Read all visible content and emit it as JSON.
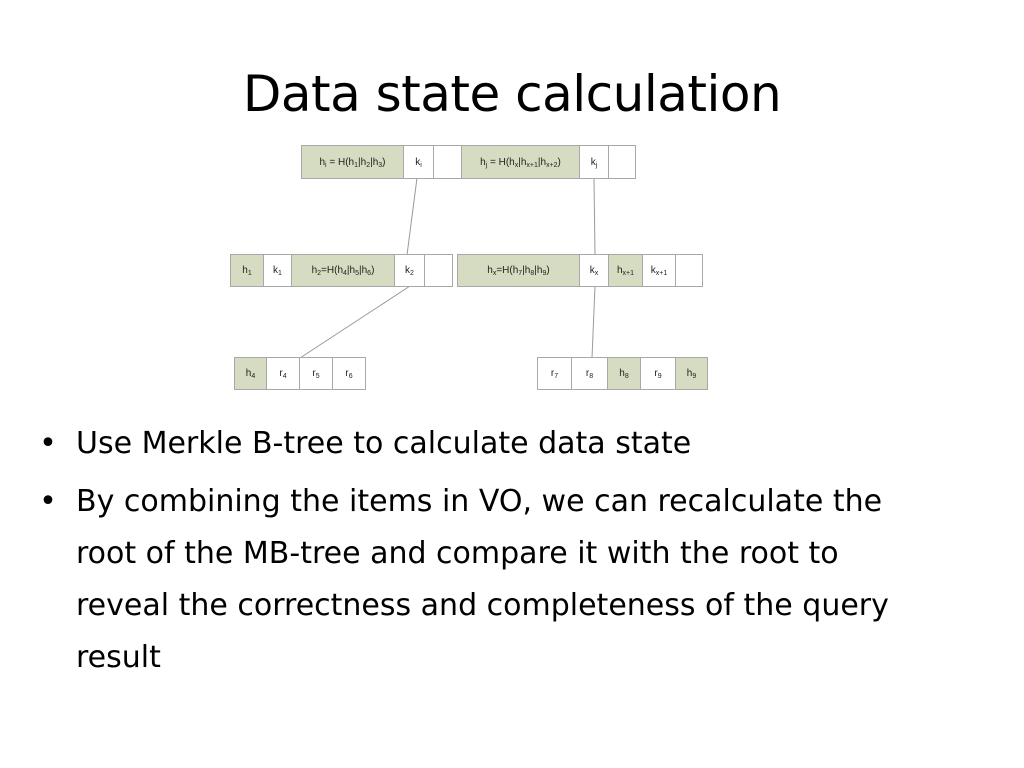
{
  "slide": {
    "title": "Data state calculation"
  },
  "diagram": {
    "root_node": {
      "cells": [
        {
          "text": "h",
          "sub": "i",
          "post": " = H(h",
          "rest": [
            [
              "1",
              "|h"
            ],
            [
              "2",
              "|h"
            ],
            [
              "3",
              ")"
            ]
          ]
        },
        {
          "text": "k",
          "sub": "i"
        },
        {
          "text": ""
        },
        {
          "text": "h",
          "sub": "j",
          "post": " = H(h",
          "rest": [
            [
              "x",
              "|h"
            ],
            [
              "x+1",
              "|h"
            ],
            [
              "x+2",
              ")"
            ]
          ]
        },
        {
          "text": "k",
          "sub": "j"
        },
        {
          "text": ""
        }
      ]
    },
    "mid_left_node": {
      "cells": [
        {
          "text": "h",
          "sub": "1"
        },
        {
          "text": "k",
          "sub": "1"
        },
        {
          "text": "h",
          "sub": "2",
          "post": "=H(h",
          "rest": [
            [
              "4",
              "|h"
            ],
            [
              "5",
              "|h"
            ],
            [
              "6",
              ")"
            ]
          ]
        },
        {
          "text": "k",
          "sub": "2"
        },
        {
          "text": ""
        }
      ]
    },
    "mid_right_node": {
      "cells": [
        {
          "text": "h",
          "sub": "x",
          "post": "=H(h",
          "rest": [
            [
              "7",
              "|h"
            ],
            [
              "8",
              "|h"
            ],
            [
              "9",
              ")"
            ]
          ]
        },
        {
          "text": "k",
          "sub": "x"
        },
        {
          "text": "h",
          "sub": "x+1"
        },
        {
          "text": "k",
          "sub": "x+1"
        },
        {
          "text": ""
        }
      ]
    },
    "leaf_left": {
      "cells": [
        {
          "text": "h",
          "sub": "4"
        },
        {
          "text": "r",
          "sub": "4"
        },
        {
          "text": "r",
          "sub": "5"
        },
        {
          "text": "r",
          "sub": "6"
        }
      ]
    },
    "leaf_right": {
      "cells": [
        {
          "text": "r",
          "sub": "7"
        },
        {
          "text": "r",
          "sub": "8"
        },
        {
          "text": "h",
          "sub": "8"
        },
        {
          "text": "r",
          "sub": "9"
        },
        {
          "text": "h",
          "sub": "9"
        }
      ]
    }
  },
  "bullets": [
    {
      "marker": "•",
      "text": "Use Merkle B-tree to calculate data state"
    },
    {
      "marker": "•",
      "text": "By combining the items in VO, we can recalculate the root of the MB-tree and compare it with the root to reveal the correctness and completeness of the query result"
    }
  ]
}
